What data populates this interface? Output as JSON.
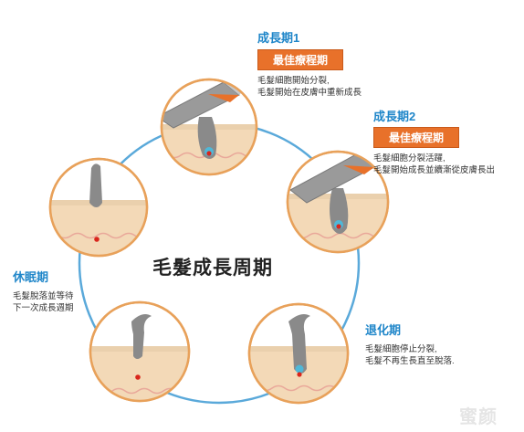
{
  "center_title": "毛髮成長周期",
  "stages": [
    {
      "title": "成長期1",
      "badge": "最佳療程期",
      "desc": [
        "毛髮細胞開始分裂,",
        "毛髮開始在皮膚中重新成長"
      ]
    },
    {
      "title": "成長期2",
      "badge": "最佳療程期",
      "desc": [
        "毛髮細胞分裂活躍,",
        "毛髮開始成長並續漸從皮膚長出"
      ]
    },
    {
      "title": "退化期",
      "desc": [
        "毛髮細胞停止分裂,",
        "毛髮不再生長直至脫落."
      ]
    },
    {
      "title": "休眠期",
      "desc": [
        "毛髮脫落並等待",
        "下一次成長週期"
      ]
    }
  ],
  "watermark": "蜜颜",
  "colors": {
    "accent_blue": "#1f86c9",
    "badge_orange": "#e8712a",
    "cycle_ring": "#5aa9da",
    "circle_border": "#e8a15a",
    "skin": "#f3d9b7",
    "hair": "#8a8a8a",
    "follicle_dot": "#d9261c"
  }
}
